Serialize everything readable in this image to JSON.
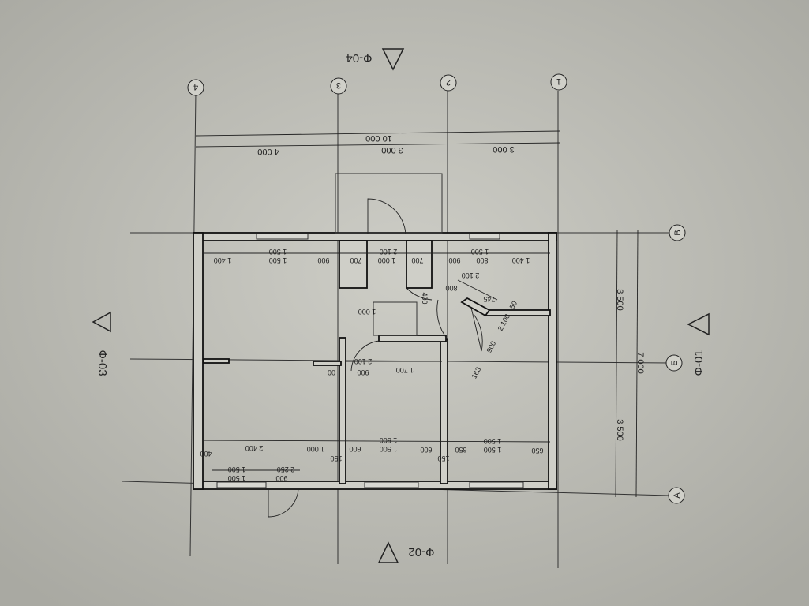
{
  "sections": {
    "top": "Ф-04",
    "left": "Ф-03",
    "right": "Ф-01",
    "bottom": "Ф-02"
  },
  "axes": {
    "vertical": [
      "1",
      "2",
      "3",
      "4"
    ],
    "horizontal": [
      "В",
      "Б",
      "А"
    ]
  },
  "overall_dims": {
    "total_width": "10 000",
    "spans": [
      "3 000",
      "3 000",
      "4 000"
    ],
    "total_depth": "7 000",
    "depth_spans": [
      "3 500",
      "3 500"
    ]
  },
  "top_row_dims": [
    "1 400",
    "1 500",
    "1 500",
    "900",
    "700",
    "1 000",
    "2 100",
    "700",
    "900",
    "1 500",
    "800",
    "1 400"
  ],
  "bottom_row_dims": [
    "400",
    "2 400",
    "1 000",
    "600",
    "1 500",
    "1 500",
    "600",
    "650",
    "1 500",
    "1 500",
    "650",
    "150",
    "150"
  ],
  "lower_dims": [
    "1 500",
    "1 500",
    "2 250",
    "900"
  ],
  "middle_dims": [
    "1 000",
    "400",
    "2 100",
    "800",
    "745",
    "2 100",
    "900",
    "50",
    "163",
    "1 700",
    "2 100",
    "900",
    "00"
  ],
  "colors": {
    "paper": "#c6c6c0",
    "ink": "#111111"
  }
}
